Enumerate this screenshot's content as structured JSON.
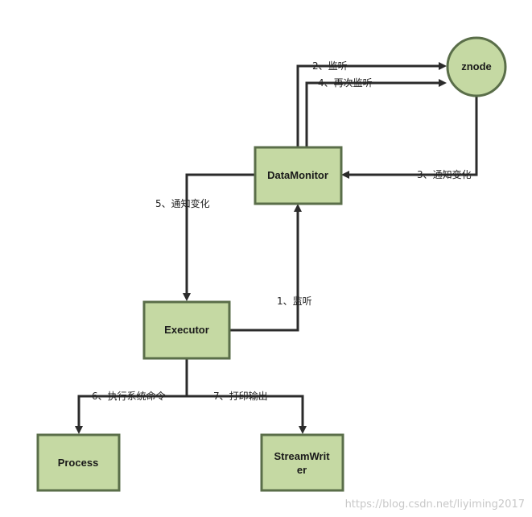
{
  "nodes": {
    "znode": "znode",
    "data_monitor": "DataMonitor",
    "executor": "Executor",
    "process": "Process",
    "stream_writer_line1": "StreamWrit",
    "stream_writer_line2": "er"
  },
  "edges": {
    "step1": "1、监听",
    "step2": "2、监听",
    "step3": "3、通知变化",
    "step4": "4、再次监听",
    "step5": "5、通知变化",
    "step6": "6、执行系统命令",
    "step7": "7、打印输出"
  },
  "watermark": "https://blog.csdn.net/liyiming2017",
  "colors": {
    "node_fill": "#c5d9a3",
    "node_border": "#5a6e49",
    "arrow": "#2b2b2b"
  }
}
